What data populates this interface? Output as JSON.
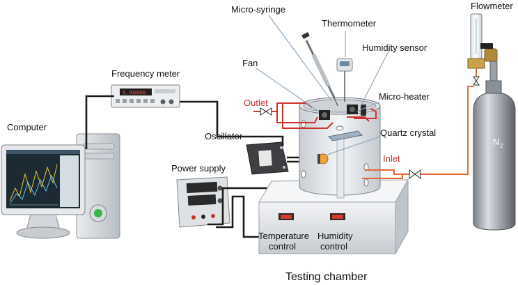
{
  "labels": {
    "micro_syringe": "Micro-syringe",
    "thermometer": "Thermometer",
    "humidity_sensor": "Humidity sensor",
    "flowmeter": "Flowmeter",
    "fan": "Fan",
    "frequency_meter": "Frequency meter",
    "micro_heater": "Micro-heater",
    "outlet": "Outlet",
    "quartz_crystal": "Quartz crystal",
    "computer": "Computer",
    "oscillator": "Oscillator",
    "inlet": "Inlet",
    "power_supply": "Power supply",
    "temperature_control_1": "Temperature",
    "temperature_control_2": "control",
    "humidity_control_1": "Humidity",
    "humidity_control_2": "control",
    "testing_chamber": "Testing chamber",
    "gas_symbol": "N",
    "gas_subscript": "2"
  },
  "colors": {
    "outlet_tubing": "#d0302a",
    "inlet_tubing": "#e8663a",
    "leader_lines": "#8ea9c4",
    "cables": "#1a1a1a"
  }
}
